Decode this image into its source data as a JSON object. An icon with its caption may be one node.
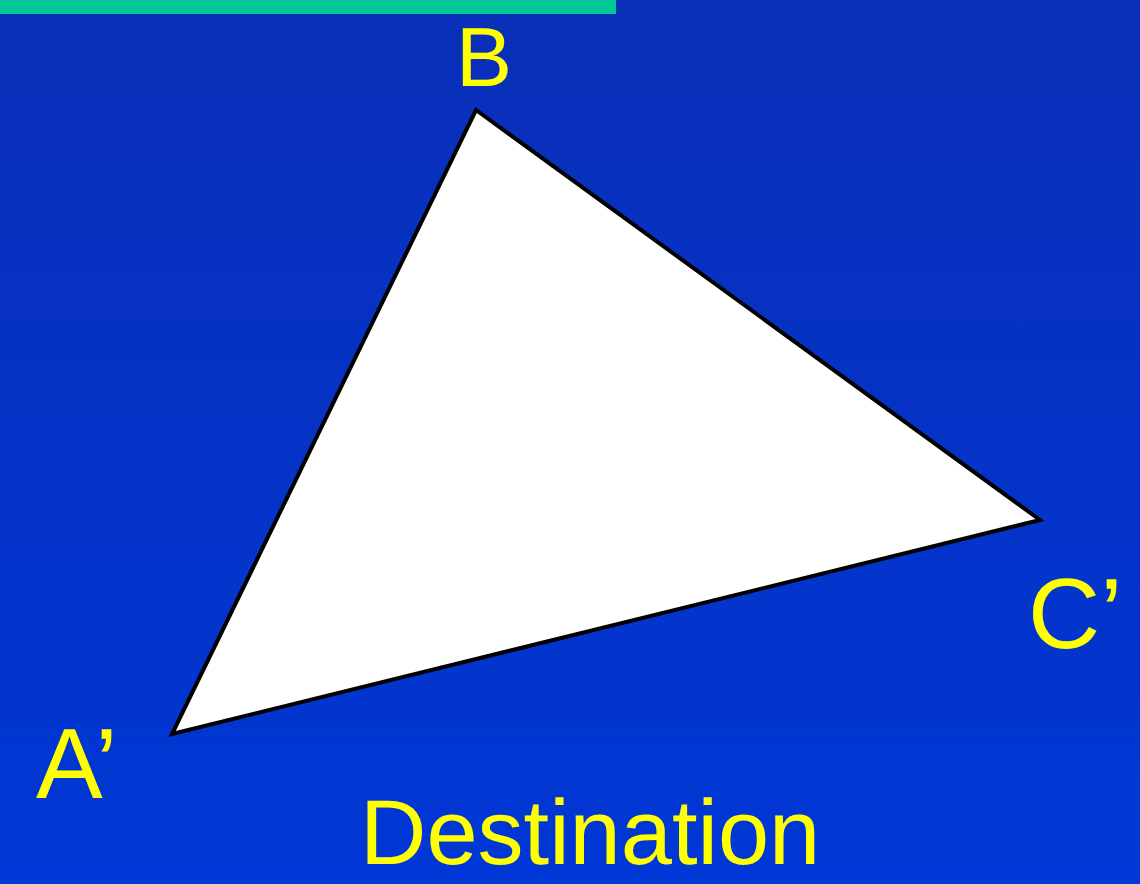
{
  "diagram": {
    "labels": [
      "B",
      "C’",
      "A’",
      "Destination"
    ]
  }
}
